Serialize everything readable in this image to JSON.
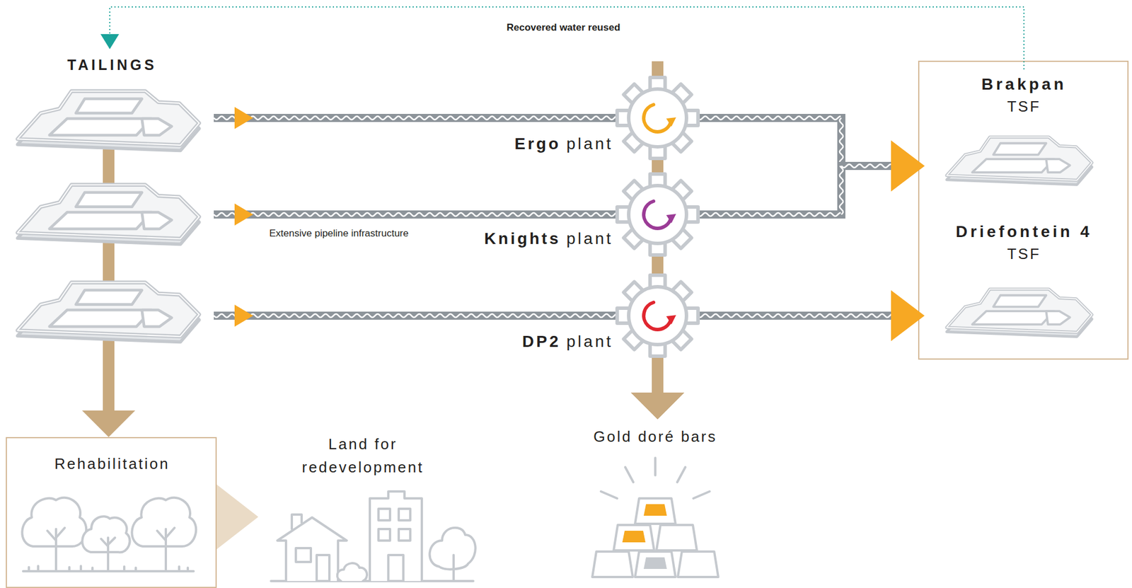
{
  "diagram": {
    "nodes": [
      {
        "text": [
          "TAILINGS"
        ]
      },
      {
        "text": [
          "Ergo",
          "plant"
        ]
      },
      {
        "text": [
          "Knights",
          "plant"
        ]
      },
      {
        "text": [
          "DP2",
          "plant"
        ]
      },
      {
        "text": [
          "Brakpan",
          "TSF"
        ]
      },
      {
        "text": [
          "Driefontein 4",
          "TSF"
        ]
      },
      {
        "text": [
          "Rehabilitation"
        ]
      },
      {
        "text": [
          "Land for redevelopment"
        ]
      },
      {
        "text": [
          "Gold doré bars"
        ]
      }
    ],
    "edges": [
      {
        "from": 0,
        "to": 1,
        "arrow": "to"
      },
      {
        "from": 0,
        "to": 2,
        "arrow": "to"
      },
      {
        "from": 0,
        "to": 3,
        "arrow": "to"
      },
      {
        "from": 1,
        "to": 4,
        "arrow": "to"
      },
      {
        "from": 2,
        "to": 4,
        "arrow": "to"
      },
      {
        "from": 3,
        "to": 5,
        "arrow": "to"
      },
      {
        "from": 1,
        "to": 8,
        "arrow": "to"
      },
      {
        "from": 2,
        "to": 8,
        "arrow": "to"
      },
      {
        "from": 3,
        "to": 8,
        "arrow": "to"
      },
      {
        "from": 4,
        "to": 0,
        "label": "Recovered water reused",
        "arrow": "to"
      },
      {
        "from": 0,
        "to": 6,
        "arrow": "to"
      },
      {
        "from": 6,
        "to": 7,
        "arrow": "to"
      }
    ],
    "labels": [
      "Extensive pipeline infrastructure"
    ]
  }
}
